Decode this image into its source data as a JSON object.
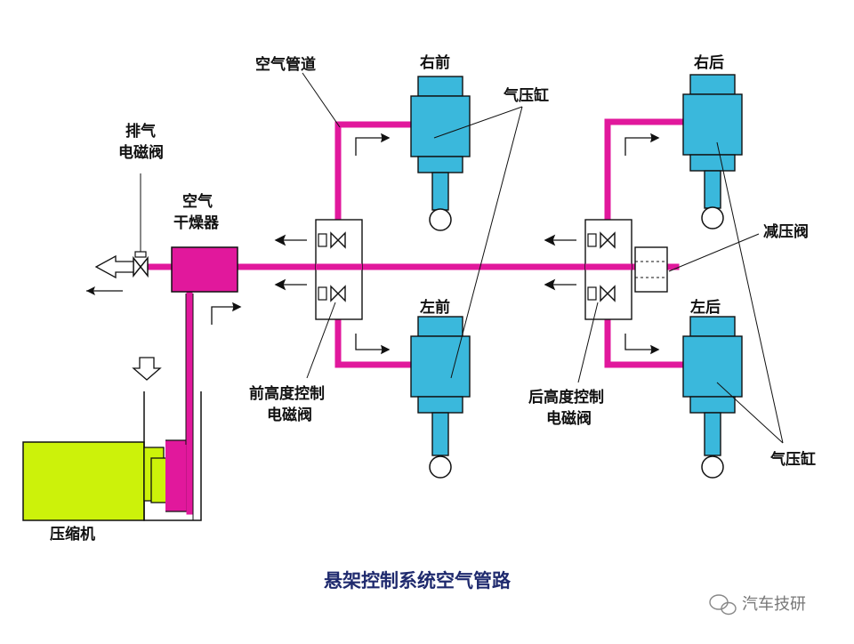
{
  "title": "悬架控制系统空气管路",
  "watermark": "汽车技研",
  "labels": {
    "air_pipe": "空气管道",
    "front_right": "右前",
    "rear_right": "右后",
    "front_left": "左前",
    "rear_left": "左后",
    "cylinder_top": "气压缸",
    "cylinder_bottom": "气压缸",
    "exhaust_valve_1": "排气",
    "exhaust_valve_2": "电磁阀",
    "dryer_1": "空气",
    "dryer_2": "干燥器",
    "relief_valve": "减压阀",
    "front_valve_1": "前高度控制",
    "front_valve_2": "电磁阀",
    "rear_valve_1": "后高度控制",
    "rear_valve_2": "电磁阀",
    "compressor": "压缩机"
  },
  "colors": {
    "pipe": "#e1189c",
    "cylinder": "#3ab8dc",
    "compressor": "#ccf20a",
    "dryer": "#e1189c",
    "title": "#1f2a6e",
    "line": "#111111"
  }
}
